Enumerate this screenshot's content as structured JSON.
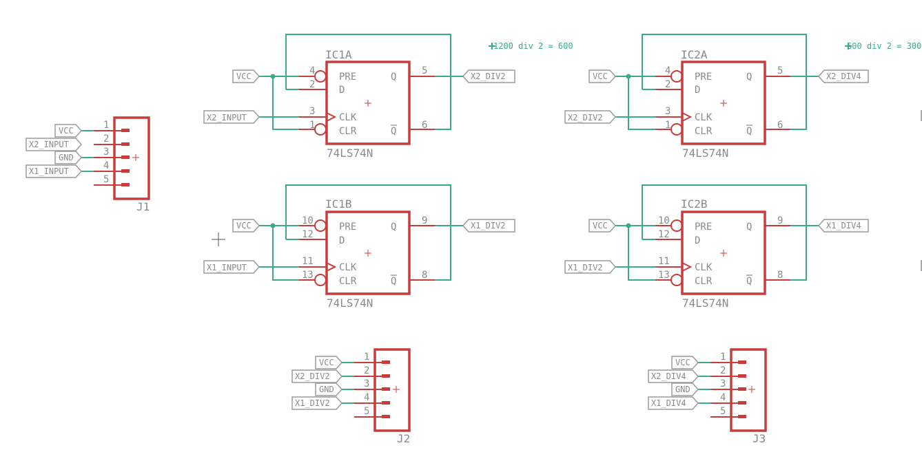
{
  "notes": {
    "ic1_divider": "1200 div 2 = 600",
    "ic2_divider": "600 div 2 = 300"
  },
  "ics": [
    {
      "name": "IC1A",
      "value": "74LS74N",
      "pins": {
        "pre": "PRE",
        "d": "D",
        "clk": "CLK",
        "clr": "CLR",
        "q": "Q",
        "qbar": "Q"
      },
      "nums": {
        "pre": "4",
        "d": "2",
        "clk": "3",
        "clr": "1",
        "q": "5",
        "qbar": "6"
      },
      "labels": {
        "vcc": "VCC",
        "clk_in": "X2_INPUT",
        "out": "X2_DIV2"
      }
    },
    {
      "name": "IC1B",
      "value": "74LS74N",
      "pins": {
        "pre": "PRE",
        "d": "D",
        "clk": "CLK",
        "clr": "CLR",
        "q": "Q",
        "qbar": "Q"
      },
      "nums": {
        "pre": "10",
        "d": "12",
        "clk": "11",
        "clr": "13",
        "q": "9",
        "qbar": "8"
      },
      "labels": {
        "vcc": "VCC",
        "clk_in": "X1_INPUT",
        "out": "X1_DIV2"
      }
    },
    {
      "name": "IC2A",
      "value": "74LS74N",
      "pins": {
        "pre": "PRE",
        "d": "D",
        "clk": "CLK",
        "clr": "CLR",
        "q": "Q",
        "qbar": "Q"
      },
      "nums": {
        "pre": "4",
        "d": "2",
        "clk": "3",
        "clr": "1",
        "q": "5",
        "qbar": "6"
      },
      "labels": {
        "vcc": "VCC",
        "clk_in": "X2_DIV2",
        "out": "X2_DIV4"
      }
    },
    {
      "name": "IC2B",
      "value": "74LS74N",
      "pins": {
        "pre": "PRE",
        "d": "D",
        "clk": "CLK",
        "clr": "CLR",
        "q": "Q",
        "qbar": "Q"
      },
      "nums": {
        "pre": "10",
        "d": "12",
        "clk": "11",
        "clr": "13",
        "q": "9",
        "qbar": "8"
      },
      "labels": {
        "vcc": "VCC",
        "clk_in": "X1_DIV2",
        "out": "X1_DIV4"
      }
    }
  ],
  "connectors": [
    {
      "name": "J1",
      "pin_nums": [
        "1",
        "2",
        "3",
        "4",
        "5"
      ],
      "labels": [
        "VCC",
        "X2_INPUT",
        "GND",
        "X1_INPUT"
      ]
    },
    {
      "name": "J2",
      "pin_nums": [
        "1",
        "2",
        "3",
        "4",
        "5"
      ],
      "labels": [
        "VCC",
        "X2_DIV2",
        "GND",
        "X1_DIV2"
      ]
    },
    {
      "name": "J3",
      "pin_nums": [
        "1",
        "2",
        "3",
        "4",
        "5"
      ],
      "labels": [
        "VCC",
        "X2_DIV4",
        "GND",
        "X1_DIV4"
      ]
    }
  ],
  "colors": {
    "symbol": "#c83c3c",
    "wire": "#3aaa8a",
    "label": "#8a8a8a"
  }
}
